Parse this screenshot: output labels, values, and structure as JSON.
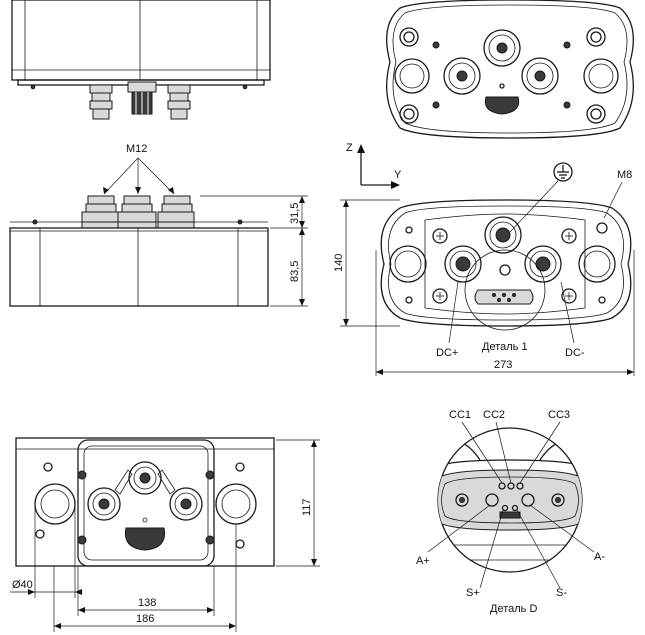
{
  "labels": {
    "m12": "M12",
    "m8": "M8",
    "axis_z": "Z",
    "axis_y": "Y",
    "dc_plus": "DC+",
    "dc_minus": "DC-",
    "detail1": "Деталь 1",
    "detailD": "Деталь D",
    "cc1": "CC1",
    "cc2": "CC2",
    "cc3": "CC3",
    "a_plus": "A+",
    "a_minus": "A-",
    "s_plus": "S+",
    "s_minus": "S-"
  },
  "dimensions": {
    "d31_5": "31,5",
    "d83_5": "83,5",
    "d140": "140",
    "d273": "273",
    "d117": "117",
    "d138": "138",
    "d186": "186",
    "d40": "Ø40"
  },
  "icons": {
    "ground": "ground-symbol-icon"
  }
}
